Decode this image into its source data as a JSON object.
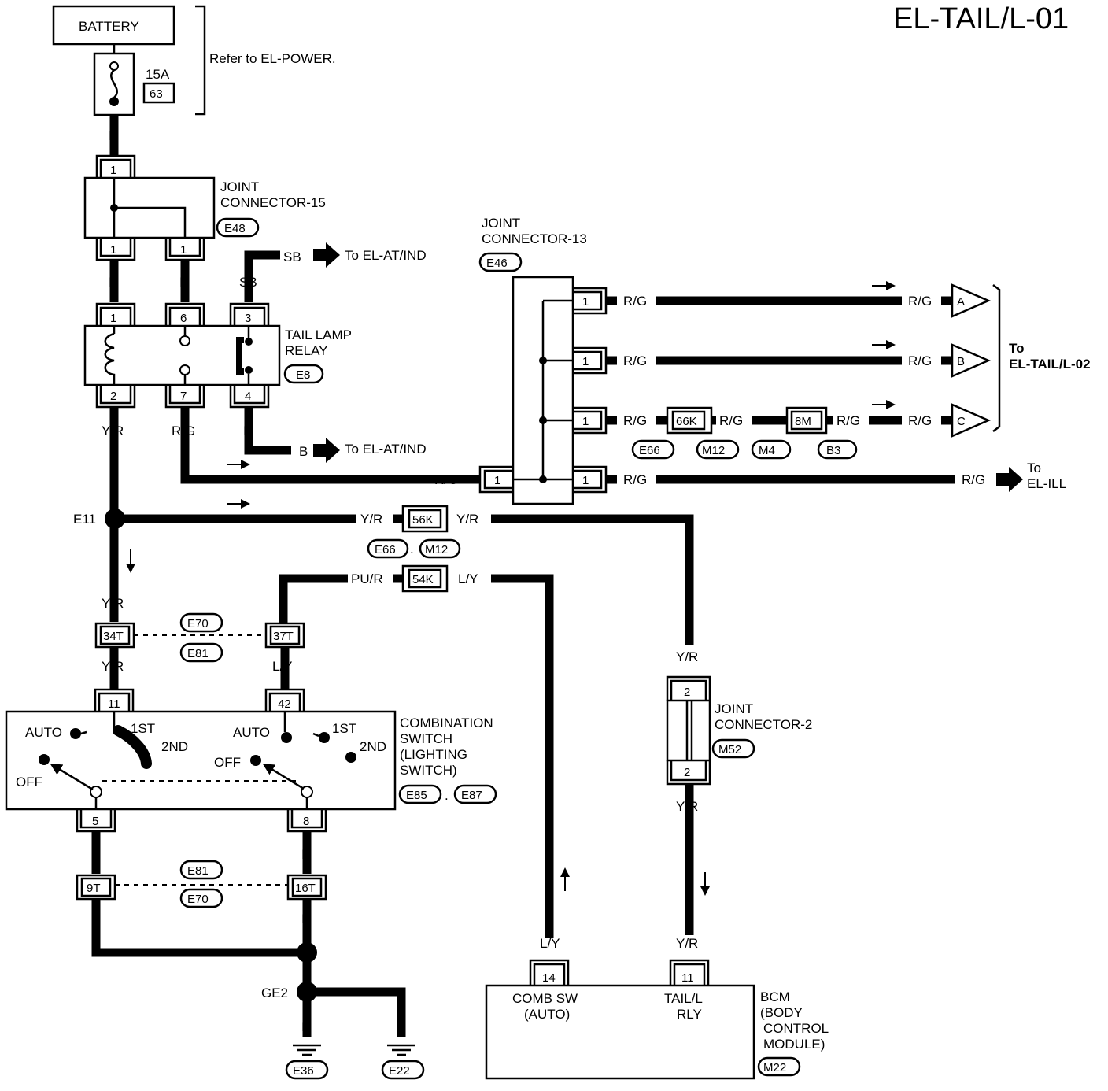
{
  "title": "EL-TAIL/L-01",
  "battery": {
    "label": "BATTERY",
    "fuse_rating": "15A",
    "fuse_number": "63",
    "note": "Refer to EL-POWER."
  },
  "wires": {
    "r": "R",
    "sb": "SB",
    "b": "B",
    "yr": "Y/R",
    "rg": "R/G",
    "ly": "L/Y",
    "pur": "PU/R"
  },
  "joint_connector_15": {
    "line1": "JOINT",
    "line2": "CONNECTOR-15",
    "code": "E48",
    "pin_in": "1",
    "pin_out_a": "1",
    "pin_out_b": "1"
  },
  "tail_lamp_relay": {
    "line1": "TAIL LAMP",
    "line2": "RELAY",
    "code": "E8",
    "pins": [
      "1",
      "6",
      "3",
      "2",
      "7",
      "4"
    ]
  },
  "destinations": {
    "at_ind": "To EL-AT/IND",
    "to_word": "To",
    "tail_02": "EL-TAIL/L-02",
    "ill": "EL-ILL"
  },
  "joint_connector_13": {
    "line1": "JOINT",
    "line2": "CONNECTOR-13",
    "code": "E46",
    "pin": "1"
  },
  "connectors": {
    "c66k": "66K",
    "c8m": "8M",
    "c56k": "56K",
    "c54k": "54K",
    "c34t": "34T",
    "c37t": "37T",
    "c9t": "9T",
    "c16t": "16T"
  },
  "codes": {
    "e66": "E66",
    "m12": "M12",
    "m4": "M4",
    "b3": "B3",
    "e70": "E70",
    "e81": "E81",
    "e85": "E85",
    "e87": "E87",
    "m52": "M52",
    "m22": "M22",
    "e36": "E36",
    "e22": "E22"
  },
  "grounds": {
    "e11": "E11",
    "ge2": "GE2"
  },
  "letters": [
    "A",
    "B",
    "C"
  ],
  "combination_switch": {
    "line1": "COMBINATION",
    "line2": "SWITCH",
    "line3": "(LIGHTING",
    "line4": "SWITCH)",
    "auto": "AUTO",
    "first": "1ST",
    "second": "2ND",
    "off": "OFF",
    "pins": [
      "11",
      "42",
      "5",
      "8"
    ]
  },
  "joint_connector_2": {
    "line1": "JOINT",
    "line2": "CONNECTOR-2",
    "pin": "2"
  },
  "bcm": {
    "line1": "BCM",
    "line2": "(BODY",
    "line3": "CONTROL",
    "line4": "MODULE)",
    "pin_a": "14",
    "pin_b": "11",
    "comb_sw": "COMB SW",
    "auto": "(AUTO)",
    "tail": "TAIL/L",
    "rly": "RLY"
  },
  "separator": "."
}
